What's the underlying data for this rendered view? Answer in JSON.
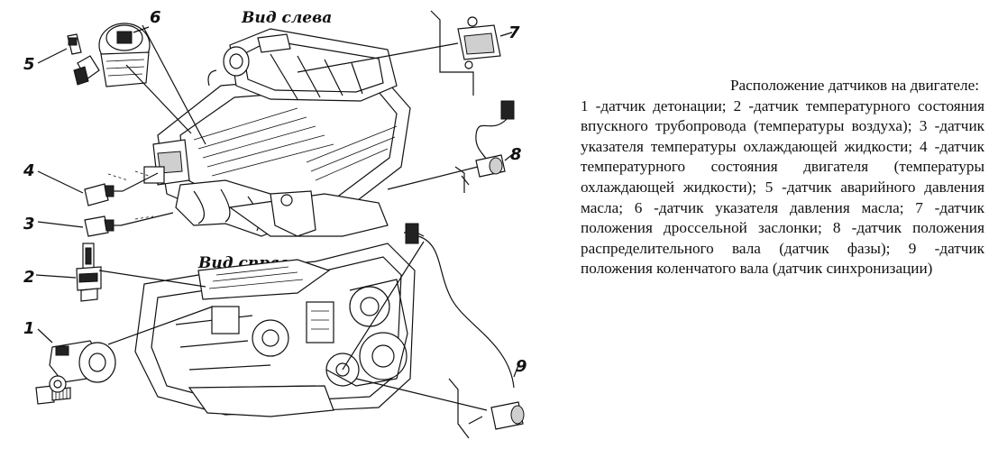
{
  "views": {
    "left": "Вид слева",
    "right": "Вид справа"
  },
  "callouts": [
    "1",
    "2",
    "3",
    "4",
    "5",
    "6",
    "7",
    "8",
    "9"
  ],
  "caption": {
    "title": "Расположение датчиков на двигателе:",
    "body": "1 -датчик детонации; 2 -датчик температурного состояния впускного трубопровода (температуры воздуха); 3 -датчик указателя температуры охлаждающей жидкости; 4 -датчик температурного состояния двигателя (температуры охлаждающей жидкости); 5 -датчик аварийного давления масла; 6 -датчик указателя давления масла; 7 -датчик положения дроссельной заслонки; 8 -датчик положения распределительного вала (датчик фазы); 9 -датчик положения коленчатого вала (датчик синхронизации)"
  }
}
